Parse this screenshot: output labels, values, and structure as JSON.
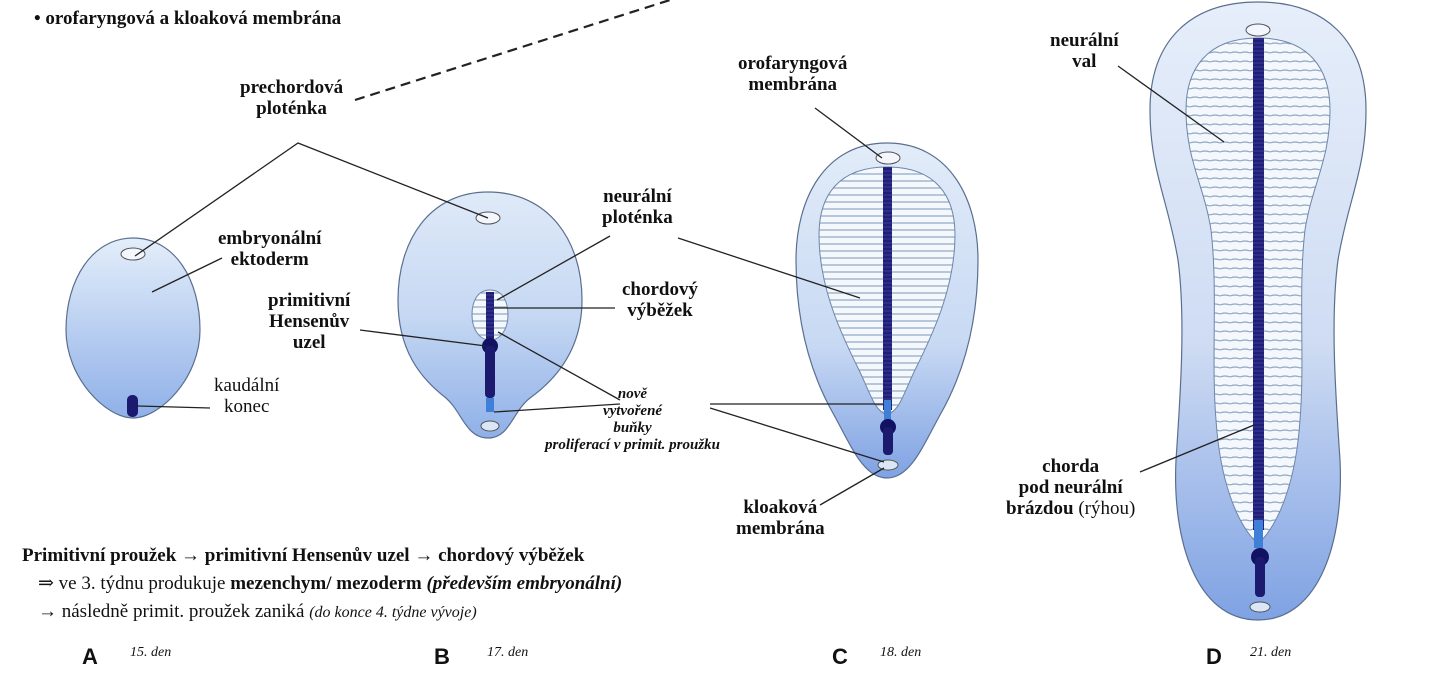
{
  "header": {
    "bullet_text": "orofaryngová a kloaková membrána"
  },
  "labels": {
    "prechordova": [
      "prechordová",
      "ploténka"
    ],
    "embryonalni": [
      "embryonální",
      "ektoderm"
    ],
    "kaudalni": [
      "kaudální",
      "konec"
    ],
    "primitivni_uzel": [
      "primitivní",
      "Hensenův",
      "uzel"
    ],
    "neuralni_plotenka": [
      "neurální",
      "ploténka"
    ],
    "chordovy": [
      "chordový",
      "výběžek"
    ],
    "nove_bunky": [
      "nově",
      "vytvořené",
      "buňky",
      "proliferací v primit. proužku"
    ],
    "orofaryngova": [
      "orofaryngová",
      "membrána"
    ],
    "kloakova": [
      "kloaková",
      "membrána"
    ],
    "neuralni_val": [
      "neurální",
      "val"
    ],
    "chorda": [
      "chorda",
      "pod neurální",
      "brázdou",
      "(rýhou)"
    ]
  },
  "notes": {
    "line1": {
      "a": "Primitivní proužek",
      "arrow1": "→",
      "b": "primitivní Hensenův uzel",
      "arrow2": "→",
      "c": "chordový výběžek"
    },
    "line2": {
      "arrow": "⇒",
      "a": "ve 3. týdnu produkuje",
      "b": "mezenchym/ mezoderm",
      "c": "(především embryonální)"
    },
    "line3": {
      "arrow": "→",
      "a": "následně primit. proužek zaniká",
      "b": "(do konce 4. týdne vývoje)"
    }
  },
  "panels": [
    {
      "letter": "A",
      "day": "15. den"
    },
    {
      "letter": "B",
      "day": "17. den"
    },
    {
      "letter": "C",
      "day": "18. den"
    },
    {
      "letter": "D",
      "day": "21. den"
    }
  ],
  "colors": {
    "disc_fill_light": "#e4eefa",
    "disc_fill_dark": "#8fb0e8",
    "disc_outline": "#5a6f8f",
    "plate_fill": "#f2f6fc",
    "stripe": "#7f9dbd",
    "chord": "#1b1a6e",
    "chord_light": "#3f7fd8",
    "line": "#222222"
  }
}
